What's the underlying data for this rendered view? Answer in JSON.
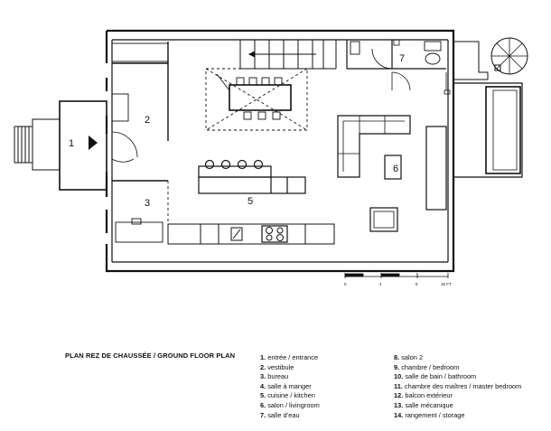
{
  "plan": {
    "room_numbers": [
      "1",
      "2",
      "3",
      "5",
      "6",
      "7"
    ],
    "scale_labels": [
      "0",
      "4",
      "8",
      "16 FT"
    ]
  },
  "legend": {
    "title": "PLAN REZ DE CHAUSSÉE / GROUND FLOOR PLAN",
    "column_1": [
      {
        "num": "1.",
        "text": " entrée / entrance"
      },
      {
        "num": "2.",
        "text": " vestibule"
      },
      {
        "num": "3.",
        "text": " bureau"
      },
      {
        "num": "4.",
        "text": " salle à manger"
      },
      {
        "num": "5.",
        "text": " cuisine / kitchen"
      },
      {
        "num": "6.",
        "text": " salon / livingroom"
      },
      {
        "num": "7.",
        "text": " salle d’eau"
      }
    ],
    "column_2": [
      {
        "num": "8.",
        "text": " salon 2"
      },
      {
        "num": "9.",
        "text": " chambre / bedroom"
      },
      {
        "num": "10.",
        "text": " salle de bain / bathroom"
      },
      {
        "num": "11.",
        "text": " chambre des maîtres / master bedroom"
      },
      {
        "num": "12.",
        "text": " balcon extérieur"
      },
      {
        "num": "13.",
        "text": " salle mécanique"
      },
      {
        "num": "14.",
        "text": " rangement / storage"
      }
    ]
  }
}
